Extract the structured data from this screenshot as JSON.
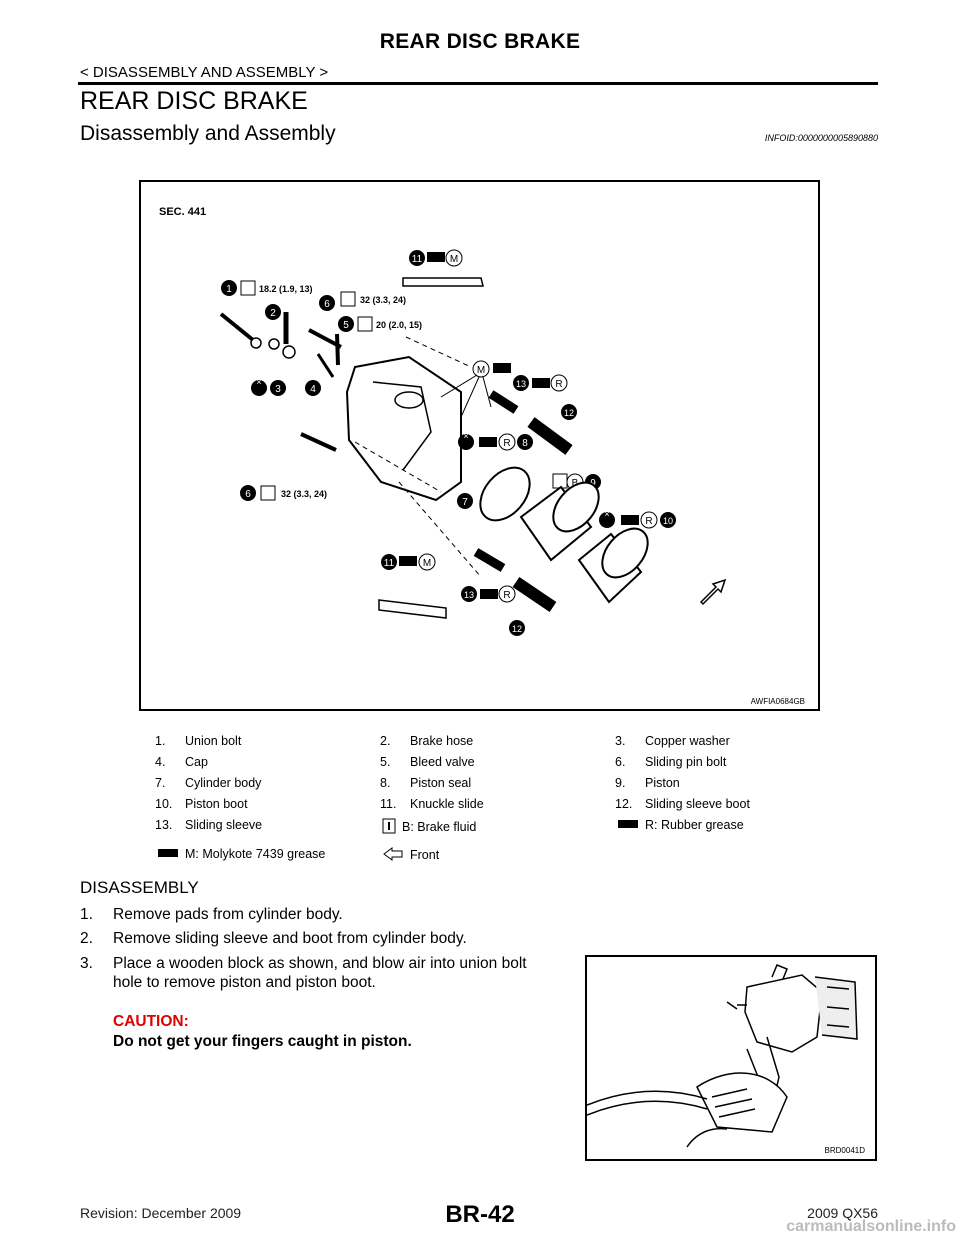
{
  "header": {
    "title": "REAR DISC BRAKE",
    "subtitle": "< DISASSEMBLY AND ASSEMBLY >"
  },
  "section_title": "REAR DISC BRAKE",
  "subsection": {
    "title": "Disassembly and Assembly",
    "info_id": "INFOID:0000000005890880"
  },
  "figure1": {
    "section_label": "SEC. 441",
    "code": "AWFIA0684GB",
    "torque_1": "18.2 (1.9, 13)",
    "torque_6a": "32 (3.3, 24)",
    "torque_5": "20 (2.0, 15)",
    "torque_6b": "32 (3.3, 24)",
    "callouts": {
      "c1": "1",
      "c2": "2",
      "c3": "3",
      "c4": "4",
      "c5": "5",
      "c6a": "6",
      "c6b": "6",
      "c7": "7",
      "c8": "8",
      "c9": "9",
      "c10": "10",
      "c11a": "11",
      "c11b": "11",
      "c12a": "12",
      "c12b": "12",
      "c13a": "13",
      "c13b": "13",
      "m": "M",
      "r": "R",
      "b": "B"
    }
  },
  "legend": {
    "rows": [
      [
        {
          "num": "1.",
          "label": "Union bolt"
        },
        {
          "num": "2.",
          "label": "Brake hose"
        },
        {
          "num": "3.",
          "label": "Copper washer"
        }
      ],
      [
        {
          "num": "4.",
          "label": "Cap"
        },
        {
          "num": "5.",
          "label": "Bleed valve"
        },
        {
          "num": "6.",
          "label": "Sliding pin bolt"
        }
      ],
      [
        {
          "num": "7.",
          "label": "Cylinder body"
        },
        {
          "num": "8.",
          "label": "Piston seal"
        },
        {
          "num": "9.",
          "label": "Piston"
        }
      ],
      [
        {
          "num": "10.",
          "label": "Piston boot"
        },
        {
          "num": "11.",
          "label": "Knuckle slide"
        },
        {
          "num": "12.",
          "label": "Sliding sleeve boot"
        }
      ],
      [
        {
          "num": "13.",
          "label": "Sliding sleeve"
        },
        {
          "num": "",
          "label": "B: Brake fluid",
          "icon": "brake-fluid-icon"
        },
        {
          "num": "",
          "label": "R: Rubber grease",
          "icon": "grease-icon"
        }
      ],
      [
        {
          "num": "",
          "label": "M: Molykote 7439 grease",
          "icon": "grease-icon"
        },
        {
          "num": "",
          "label": "Front",
          "icon": "front-arrow-icon"
        }
      ]
    ]
  },
  "disassembly": {
    "heading": "DISASSEMBLY",
    "steps": [
      {
        "num": "1.",
        "lines": [
          "Remove pads from cylinder body."
        ]
      },
      {
        "num": "2.",
        "lines": [
          "Remove sliding sleeve and boot from cylinder body."
        ]
      },
      {
        "num": "3.",
        "lines": [
          "Place a wooden block as shown, and blow air into union bolt",
          "hole to remove piston and piston boot."
        ]
      }
    ],
    "caution_label": "CAUTION:",
    "caution_text": "Do not get your fingers caught in piston."
  },
  "figure2": {
    "code": "BRD0041D"
  },
  "footer": {
    "revision": "Revision: December 2009",
    "page": "BR-42",
    "model": "2009 QX56",
    "watermark": "carmanualsonline.info"
  }
}
